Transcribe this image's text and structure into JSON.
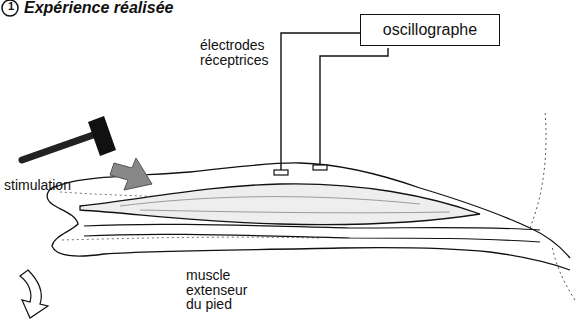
{
  "diagram": {
    "title": "Expérience réalisée",
    "nodes": [
      {
        "text": [
          "oscillographe"
        ]
      }
    ],
    "labels": [
      "1",
      "électrodes réceptrices",
      "stimulation",
      "muscle extenseur du pied"
    ]
  }
}
